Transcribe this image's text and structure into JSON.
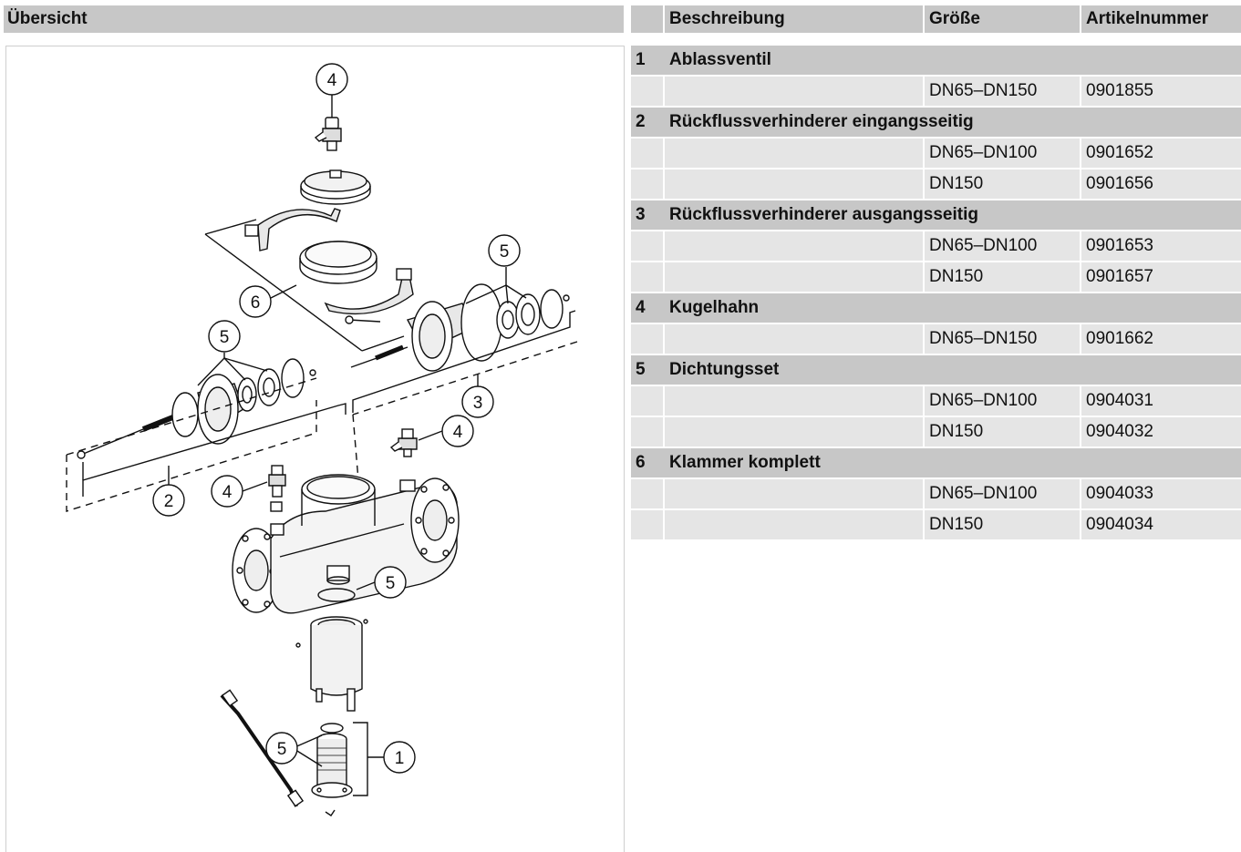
{
  "overview": {
    "title": "Übersicht"
  },
  "figure": {
    "callouts": [
      "4",
      "5",
      "6",
      "5",
      "3",
      "4",
      "2",
      "4",
      "5",
      "5",
      "1"
    ]
  },
  "table": {
    "headers": {
      "number": "",
      "description": "Beschreibung",
      "size": "Größe",
      "article": "Artikelnummer"
    },
    "groups": [
      {
        "number": "1",
        "description": "Ablassventil",
        "items": [
          {
            "size": "DN65–DN150",
            "article": "0901855"
          }
        ]
      },
      {
        "number": "2",
        "description": "Rückflussverhinderer eingangsseitig",
        "items": [
          {
            "size": "DN65–DN100",
            "article": "0901652"
          },
          {
            "size": "DN150",
            "article": "0901656"
          }
        ]
      },
      {
        "number": "3",
        "description": "Rückflussverhinderer ausgangsseitig",
        "items": [
          {
            "size": "DN65–DN100",
            "article": "0901653"
          },
          {
            "size": "DN150",
            "article": "0901657"
          }
        ]
      },
      {
        "number": "4",
        "description": "Kugelhahn",
        "items": [
          {
            "size": "DN65–DN150",
            "article": "0901662"
          }
        ]
      },
      {
        "number": "5",
        "description": "Dichtungsset",
        "items": [
          {
            "size": "DN65–DN100",
            "article": "0904031"
          },
          {
            "size": "DN150",
            "article": "0904032"
          }
        ]
      },
      {
        "number": "6",
        "description": "Klammer komplett",
        "items": [
          {
            "size": "DN65–DN100",
            "article": "0904033"
          },
          {
            "size": "DN150",
            "article": "0904034"
          }
        ]
      }
    ]
  }
}
